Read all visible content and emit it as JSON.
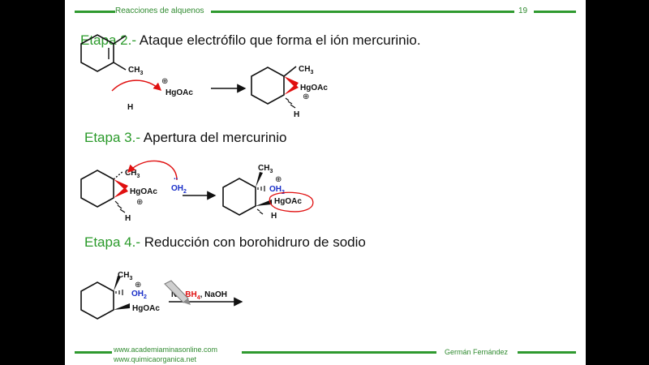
{
  "header": {
    "title": "Reacciones de alquenos",
    "page_number": "19"
  },
  "steps": [
    {
      "label": "Etapa 2.-",
      "text": "Ataque electrófilo que forma el ión mercurinio.",
      "labels": {
        "ch3_a": "CH",
        "ch3_a_sub": "3",
        "h_a": "H",
        "hgoac_a": "HgOAc",
        "ch3_b": "CH",
        "ch3_b_sub": "3",
        "hgoac_b": "HgOAc",
        "h_b": "H"
      }
    },
    {
      "label": "Etapa 3.-",
      "text": "Apertura del mercurinio",
      "labels": {
        "ch3_a": "CH",
        "ch3_a_sub": "3",
        "hgoac_a": "HgOAc",
        "h_a": "H",
        "water": "OH",
        "water_sub": "2",
        "ch3_b": "CH",
        "ch3_b_sub": "3",
        "oh2_b": "OH",
        "oh2_b_sub": "2",
        "hgoac_b": "HgOAc",
        "h_b": "H"
      }
    },
    {
      "label": "Etapa 4.-",
      "text": "Reducción con borohidruro de sodio",
      "labels": {
        "ch3": "CH",
        "ch3_sub": "3",
        "oh2": "OH",
        "oh2_sub": "2",
        "hgoac": "HgOAc",
        "reagent_na": "N",
        "reagent_b": "B",
        "reagent_h4": "H",
        "reagent_h4_sub": "4",
        "reagent_rest": ", NaOH"
      }
    }
  ],
  "footer": {
    "url1": "www.academiaminasonline.com",
    "url2": "www.quimicaorganica.net",
    "author": "Germán Fernández"
  },
  "colors": {
    "brand_green": "#2f9a2f",
    "annotation_red": "#e01010",
    "oxygen_blue": "#1a2fc8"
  }
}
